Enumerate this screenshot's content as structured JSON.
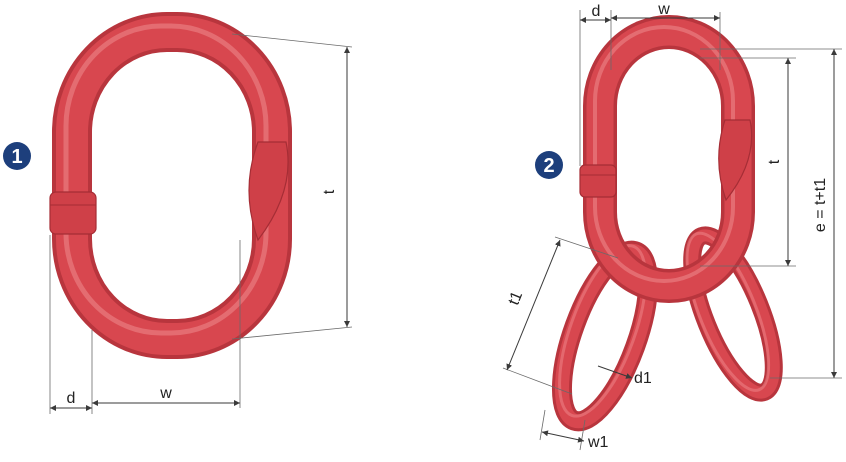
{
  "figure1": {
    "badge": "1",
    "labels": {
      "t": "t",
      "d": "d",
      "w": "w"
    }
  },
  "figure2": {
    "badge": "2",
    "labels": {
      "d": "d",
      "w": "w",
      "t": "t",
      "e": "e = t+t1",
      "t1": "t1",
      "d1": "d1",
      "w1": "w1"
    }
  },
  "colors": {
    "link": "#d8474f",
    "link_shadow": "#b8353d",
    "link_highlight": "#ef8a8e",
    "badge": "#1d3f7c",
    "dimension": "#3a3a3a"
  }
}
